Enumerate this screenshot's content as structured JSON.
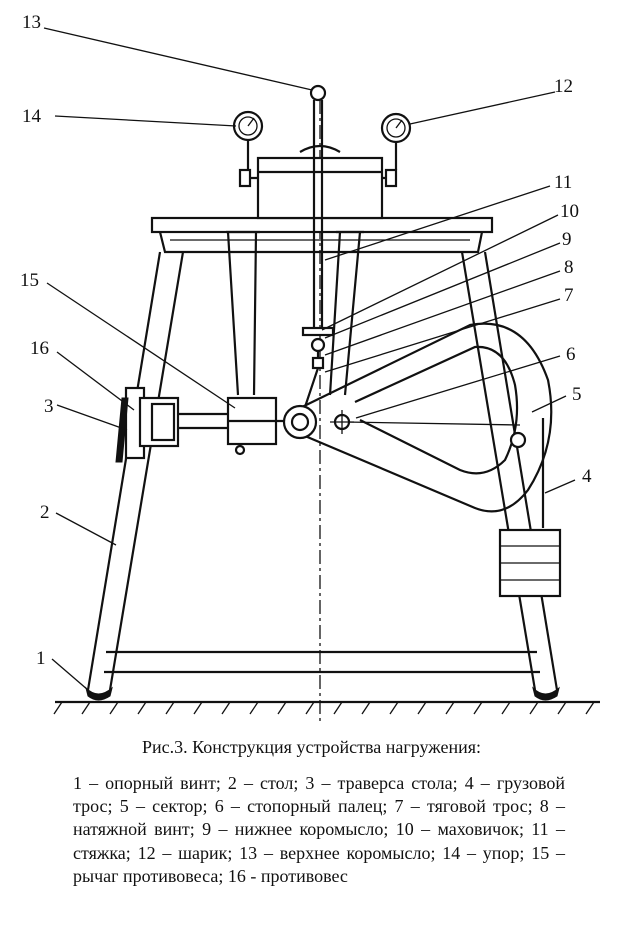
{
  "labels": {
    "l1": "1",
    "l2": "2",
    "l3": "3",
    "l4": "4",
    "l5": "5",
    "l6": "6",
    "l7": "7",
    "l8": "8",
    "l9": "9",
    "l10": "10",
    "l11": "11",
    "l12": "12",
    "l13": "13",
    "l14": "14",
    "l15": "15",
    "l16": "16"
  },
  "caption": "Рис.3. Конструкция устройства нагружения:",
  "legend": "1 – опорный винт; 2 – стол; 3 – траверса стола; 4 – грузовой трос; 5 – сектор; 6 – стопорный палец; 7 – тяговой трос; 8 – натяжной винт; 9 – нижнее коромысло; 10 – маховичок; 11 – стяжка; 12 – шарик; 13 – верхнее коромысло; 14 – упор; 15 – рычаг противовеса; 16 - противовес"
}
